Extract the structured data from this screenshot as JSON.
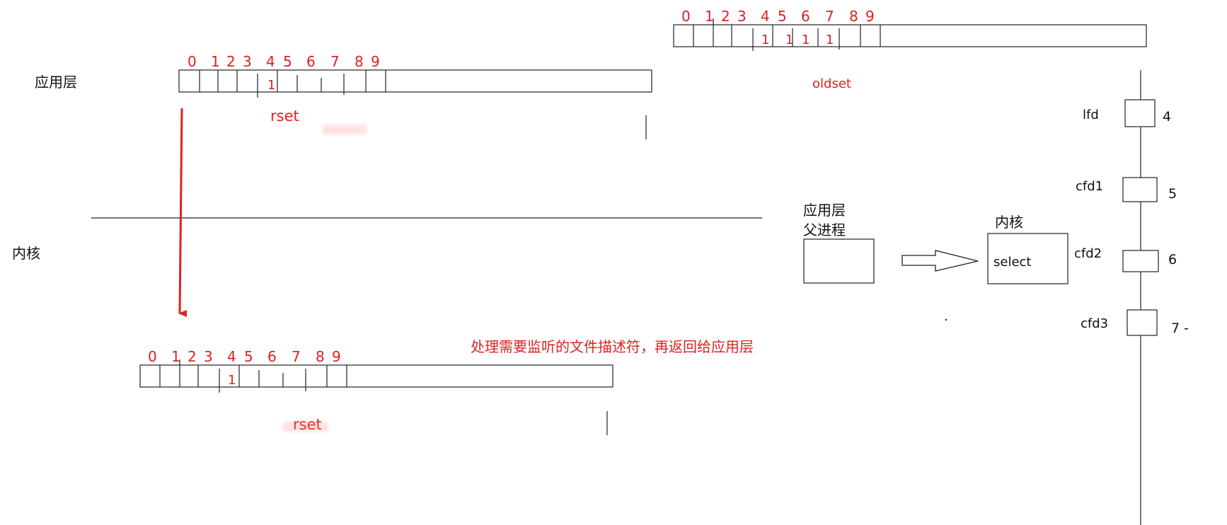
{
  "colors": {
    "red": "#e02020",
    "black": "#111111",
    "line": "#222222"
  },
  "layers": {
    "app": "应用层",
    "kernel": "内核"
  },
  "bitsets": {
    "rset_top": {
      "indices": [
        "0",
        "1",
        "2",
        "3",
        "4",
        "5",
        "6",
        "7",
        "8",
        "9"
      ],
      "ones": [
        "1"
      ],
      "label": "rset"
    },
    "rset_bottom": {
      "indices": [
        "0",
        "1",
        "2",
        "3",
        "4",
        "5",
        "6",
        "7",
        "8",
        "9"
      ],
      "ones": [
        "1"
      ],
      "label": "rset"
    },
    "oldset": {
      "indices": [
        "0",
        "1",
        "2",
        "3",
        "4",
        "5",
        "6",
        "7",
        "8",
        "9"
      ],
      "ones": [
        "1",
        "1",
        "1",
        "1"
      ],
      "label": "oldset"
    }
  },
  "annotation": "处理需要监听的文件描述符，再返回给应用层",
  "right_panel": {
    "parent_label_line1": "应用层",
    "parent_label_line2": "父进程",
    "kernel_label": "内核",
    "select_label": "select",
    "fds": [
      {
        "name": "lfd",
        "num": "4"
      },
      {
        "name": "cfd1",
        "num": "5"
      },
      {
        "name": "cfd2",
        "num": "6"
      },
      {
        "name": "cfd3",
        "num": "7 -"
      }
    ]
  }
}
